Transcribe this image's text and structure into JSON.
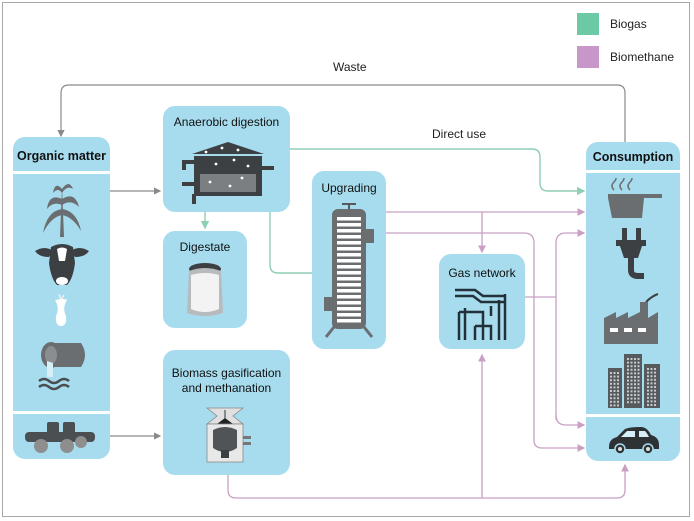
{
  "legend": {
    "items": [
      {
        "label": "Biogas",
        "color": "#6cc9a5"
      },
      {
        "label": "Biomethane",
        "color": "#c896c8"
      }
    ]
  },
  "labels": {
    "waste": "Waste",
    "direct_use": "Direct use"
  },
  "nodes": {
    "organic_matter": {
      "title": "Organic matter",
      "icons": [
        "crop-plant-icon",
        "cow-icon",
        "apple-core-icon",
        "wastewater-pipe-icon"
      ],
      "solid_biomass_icon": "wood-logs-icon"
    },
    "anaerobic_digestion": {
      "title": "Anaerobic digestion",
      "icon": "digester-tank-icon"
    },
    "digestate": {
      "title": "Digestate",
      "icon": "fertilizer-sack-icon"
    },
    "biomass_gasification": {
      "title_line1": "Biomass gasification",
      "title_line2": "and methanation",
      "icon": "gasifier-icon"
    },
    "upgrading": {
      "title": "Upgrading",
      "icon": "upgrading-column-icon"
    },
    "gas_network": {
      "title": "Gas network",
      "icon": "pipeline-network-icon"
    },
    "consumption": {
      "title": "Consumption",
      "icons": [
        "cooking-pot-icon",
        "electric-plug-icon",
        "factory-icon",
        "buildings-icon"
      ],
      "transport_icon": "car-icon"
    }
  },
  "colors": {
    "box": "#a7dcee",
    "biogas": "#8fcfb4",
    "biomethane": "#c9a0c4",
    "waste": "#8a8a8a",
    "icon_dark": "#555a5e"
  }
}
